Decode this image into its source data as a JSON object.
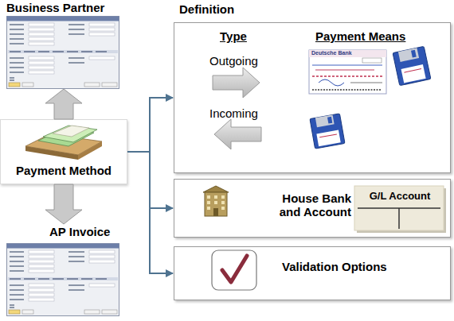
{
  "diagram": {
    "nodes": [
      {
        "text": [
          "Business Partner"
        ]
      },
      {
        "text": [
          "Payment Method"
        ]
      },
      {
        "text": [
          "AP Invoice"
        ]
      },
      {
        "text": [
          "Definition",
          "Type",
          "Payment Means",
          "Outgoing",
          "Incoming"
        ]
      },
      {
        "text": [
          "House Bank and Account"
        ]
      },
      {
        "text": [
          "G/L Account"
        ],
        "in": 4
      },
      {
        "text": [
          "Validation Options"
        ]
      }
    ],
    "edges": [
      {
        "from": 1,
        "to": 0,
        "arrow": "to"
      },
      {
        "from": 1,
        "to": 2,
        "arrow": "to"
      },
      {
        "from": 1,
        "to": 3,
        "arrow": "to"
      },
      {
        "from": 1,
        "to": 4,
        "arrow": "to"
      },
      {
        "from": 1,
        "to": 6,
        "arrow": "to"
      }
    ],
    "labels": [
      "Deutsche Bank"
    ]
  }
}
